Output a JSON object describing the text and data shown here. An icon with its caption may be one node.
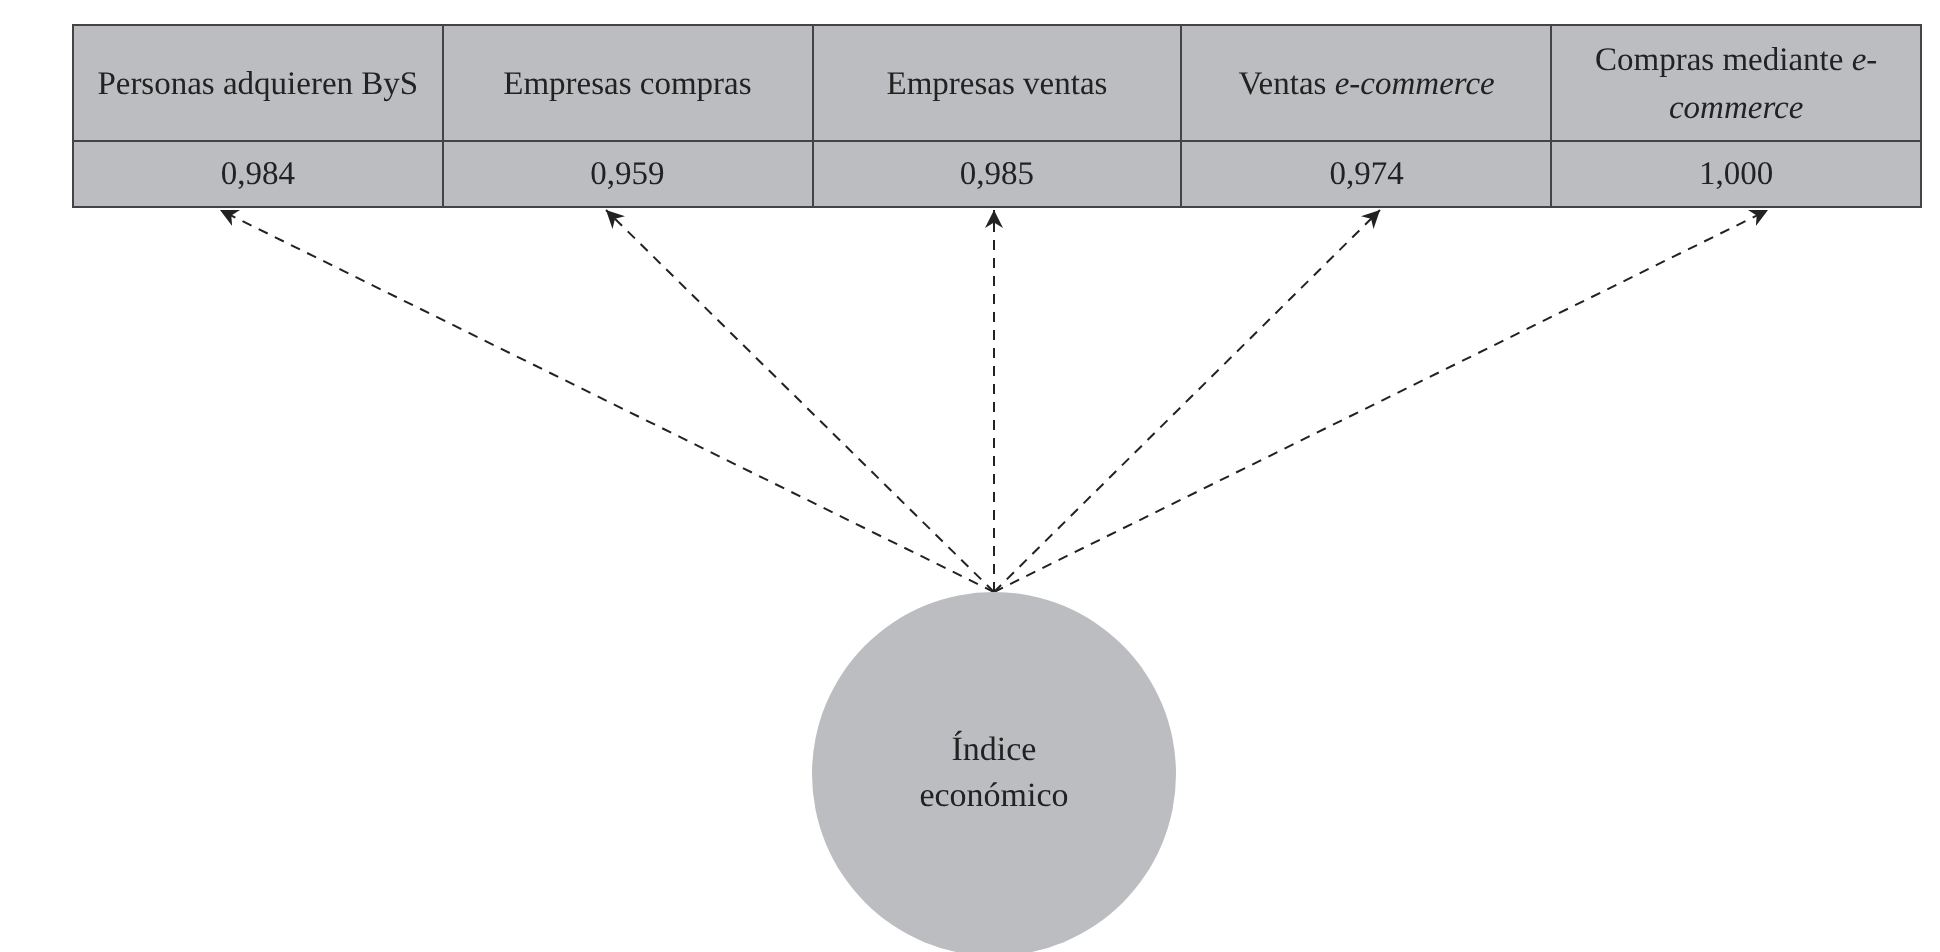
{
  "diagram": {
    "nodes": [
      {
        "text": [
          "Personas adquieren ByS",
          "0,984"
        ]
      },
      {
        "text": [
          "Empresas compras",
          "0,959"
        ]
      },
      {
        "text": [
          "Empresas ventas",
          "0,985"
        ]
      },
      {
        "text": [
          "Ventas *e-commerce*",
          "0,974"
        ]
      },
      {
        "text": [
          "Compras mediante *e-commerce*",
          "1,000"
        ]
      },
      {
        "text": [
          "Índice económico"
        ]
      }
    ],
    "edges": [
      {
        "from": 5,
        "to": 0,
        "arrow": "to",
        "style": "dashed"
      },
      {
        "from": 5,
        "to": 1,
        "arrow": "to",
        "style": "dashed"
      },
      {
        "from": 5,
        "to": 2,
        "arrow": "to",
        "style": "dashed"
      },
      {
        "from": 5,
        "to": 3,
        "arrow": "to",
        "style": "dashed"
      },
      {
        "from": 5,
        "to": 4,
        "arrow": "to",
        "style": "dashed"
      }
    ]
  }
}
